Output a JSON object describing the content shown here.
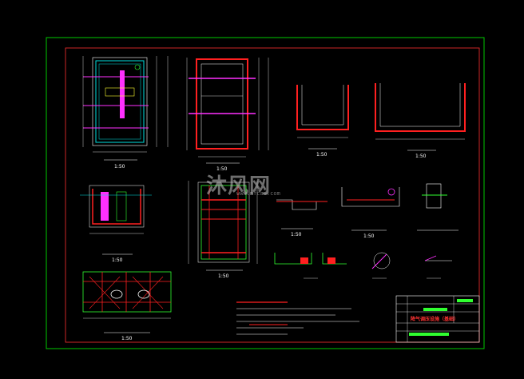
{
  "watermark": {
    "text": "沐风网",
    "url": "www.mfcad.com"
  },
  "scales": {
    "s1": "1:50",
    "s2": "1:50",
    "s3": "1:50",
    "s4": "1:50",
    "s5": "1:50",
    "s6": "1:50",
    "s7": "1:50",
    "s8": "1:50",
    "s9": "1:50"
  },
  "title_block": {
    "title": "降气调压设施（基础）"
  },
  "colors": {
    "background": "#000000",
    "outer_border": "#00c800",
    "inner_border": "#ff3030",
    "wall_red": "#ff2020",
    "dim_white": "#ffffff",
    "cyan": "#00e0e0",
    "magenta": "#ff30ff",
    "yellow": "#ffff30",
    "green": "#30ff30"
  }
}
